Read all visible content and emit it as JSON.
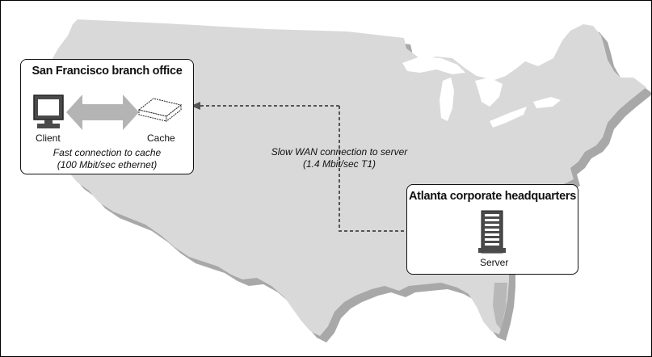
{
  "sf_office": {
    "title": "San Francisco branch office",
    "client_label": "Client",
    "cache_label": "Cache",
    "link_caption_line1": "Fast connection to cache",
    "link_caption_line2": "(100 Mbit/sec ethernet)"
  },
  "atlanta_office": {
    "title": "Atlanta corporate headquarters",
    "server_label": "Server"
  },
  "wan_link": {
    "caption_line1": "Slow WAN connection to server",
    "caption_line2": "(1.4 Mbit/sec T1)"
  },
  "colors": {
    "map_fill": "#d9d9d9",
    "map_shadow": "#a8a8a8",
    "link_arrow": "#b4b4b4",
    "dashed_line": "#555555"
  }
}
